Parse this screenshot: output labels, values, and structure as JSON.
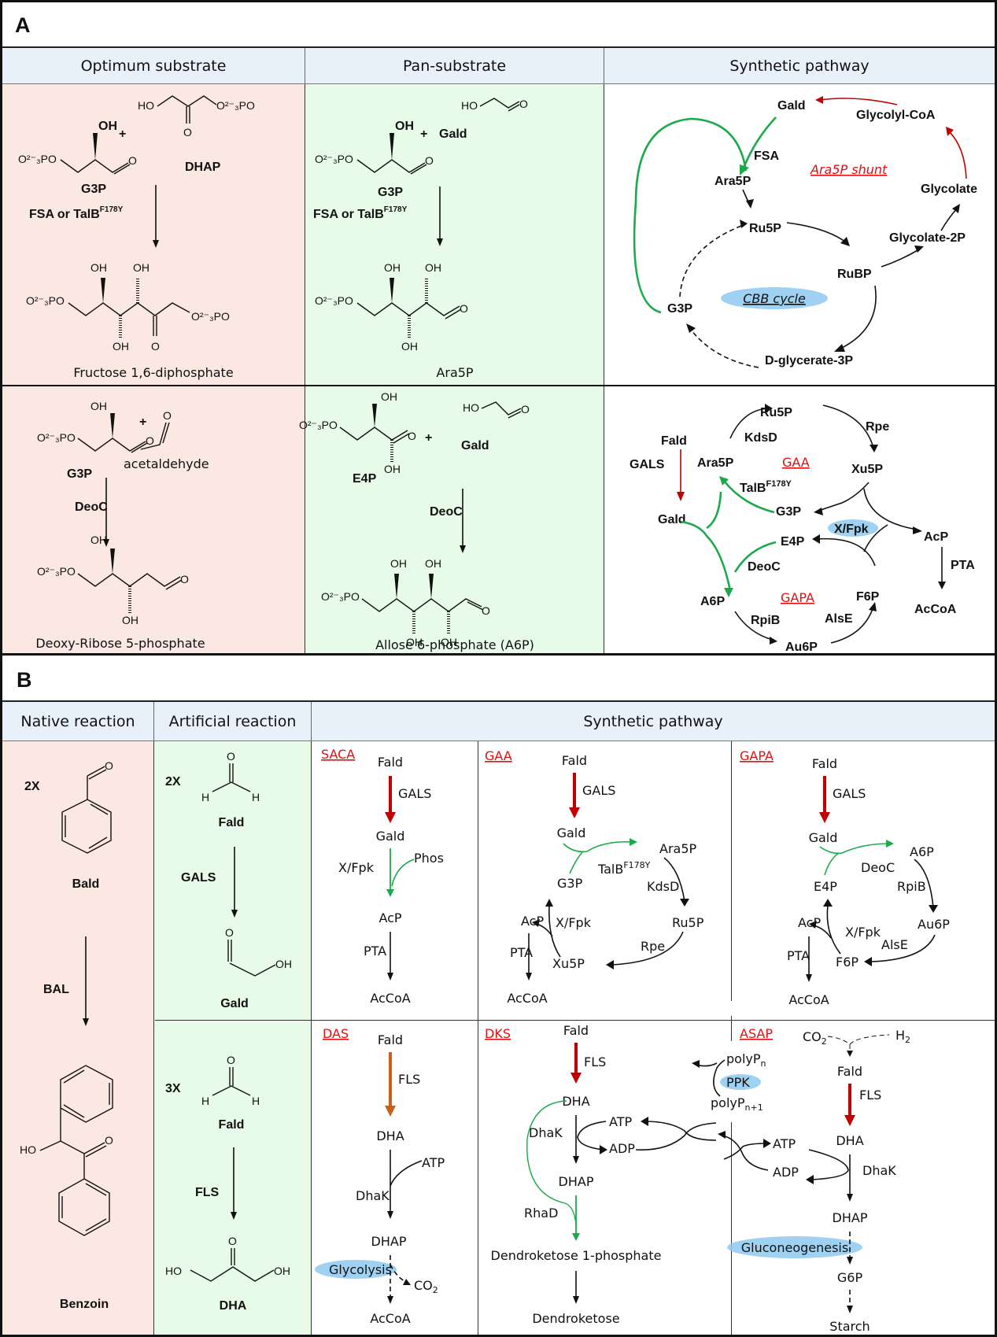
{
  "panel_a": {
    "letter": "A",
    "headers": [
      "Optimum substrate",
      "Pan-substrate",
      "Synthetic pathway"
    ],
    "row1": {
      "optimum": {
        "substrate1": "G3P",
        "substrate2": "DHAP",
        "plus": "+",
        "enzyme": "FSA or TalB",
        "enzyme_sup": "F178Y",
        "product": "Fructose 1,6-diphosphate"
      },
      "pan": {
        "substrate1": "G3P",
        "substrate2": "Gald",
        "plus": "+",
        "enzyme": "FSA or TalB",
        "enzyme_sup": "F178Y",
        "product": "Ara5P"
      },
      "pathway": {
        "nodes": [
          "Gald",
          "Glycolyl-CoA",
          "FSA",
          "Ara5P",
          "Ara5P shunt",
          "Glycolate",
          "Ru5P",
          "Glycolate-2P",
          "RuBP",
          "CBB cycle",
          "G3P",
          "D-glycerate-3P"
        ]
      }
    },
    "row2": {
      "optimum": {
        "substrate1": "G3P",
        "substrate2": "acetaldehyde",
        "plus": "+",
        "enzyme": "DeoC",
        "product": "Deoxy-Ribose 5-phosphate"
      },
      "pan": {
        "substrate1": "E4P",
        "substrate2": "Gald",
        "plus": "+",
        "enzyme": "DeoC",
        "product": "Allose 6-phosphate (A6P)"
      },
      "pathway": {
        "nodes": [
          "Ru5P",
          "Rpe",
          "Fald",
          "KdsD",
          "GALS",
          "Ara5P",
          "GAA",
          "Xu5P",
          "TalB",
          "F178Y",
          "Gald",
          "G3P",
          "X/Fpk",
          "AcP",
          "E4P",
          "DeoC",
          "PTA",
          "A6P",
          "GAPA",
          "F6P",
          "AcCoA",
          "RpiB",
          "AlsE",
          "Au6P"
        ]
      }
    },
    "atoms": {
      "OH": "OH",
      "HO": "HO",
      "O": "O",
      "phos": "O²⁻₃PO"
    }
  },
  "panel_b": {
    "letter": "B",
    "headers": [
      "Native reaction",
      "Artificial reaction",
      "Synthetic pathway"
    ],
    "native": {
      "multiplier": "2X",
      "substrate": "Bald",
      "enzyme": "BAL",
      "product": "Benzoin"
    },
    "artificial1": {
      "multiplier": "2X",
      "substrate": "Fald",
      "enzyme": "GALS",
      "product": "Gald"
    },
    "artificial2": {
      "multiplier": "3X",
      "substrate": "Fald",
      "enzyme": "FLS",
      "product": "DHA"
    },
    "saca": {
      "name": "SACA",
      "nodes": [
        "Fald",
        "GALS",
        "Gald",
        "X/Fpk",
        "Phos",
        "AcP",
        "PTA",
        "AcCoA"
      ]
    },
    "gaa": {
      "name": "GAA",
      "nodes": [
        "Fald",
        "GALS",
        "Gald",
        "Ara5P",
        "TalB",
        "F178Y",
        "G3P",
        "KdsD",
        "AcP",
        "X/Fpk",
        "Ru5P",
        "PTA",
        "Rpe",
        "Xu5P",
        "AcCoA"
      ]
    },
    "gapa": {
      "name": "GAPA",
      "nodes": [
        "Fald",
        "GALS",
        "Gald",
        "A6P",
        "DeoC",
        "E4P",
        "RpiB",
        "AcP",
        "X/Fpk",
        "Au6P",
        "AlsE",
        "PTA",
        "F6P",
        "AcCoA"
      ]
    },
    "das": {
      "name": "DAS",
      "nodes": [
        "Fald",
        "FLS",
        "DHA",
        "ATP",
        "DhaK",
        "DHAP",
        "Glycolysis",
        "CO",
        "2",
        "AcCoA"
      ]
    },
    "dks": {
      "name": "DKS",
      "nodes": [
        "Fald",
        "FLS",
        "DHA",
        "ATP",
        "DhaK",
        "ADP",
        "DHAP",
        "RhaD",
        "Dendroketose 1-phosphate",
        "Dendroketose"
      ]
    },
    "ppk": {
      "nodes": [
        "polyP",
        "n",
        "PPK",
        "polyP",
        "n+1"
      ]
    },
    "asap": {
      "name": "ASAP",
      "nodes": [
        "CO",
        "2",
        "H",
        "2",
        "Fald",
        "FLS",
        "ATP",
        "DHA",
        "ADP",
        "DhaK",
        "DHAP",
        "Gluconeogenesis",
        "G6P",
        "Starch"
      ]
    }
  },
  "colors": {
    "pink": "#fbe8e2",
    "green": "#e8fbe8",
    "header_blue": "#e8f0f9",
    "red_label": "#e01010",
    "green_arrow": "#1aaa4a",
    "red_arrow": "#c00000",
    "orange_arrow": "#c8601a",
    "ellipse_blue": "#8ec9f0"
  }
}
